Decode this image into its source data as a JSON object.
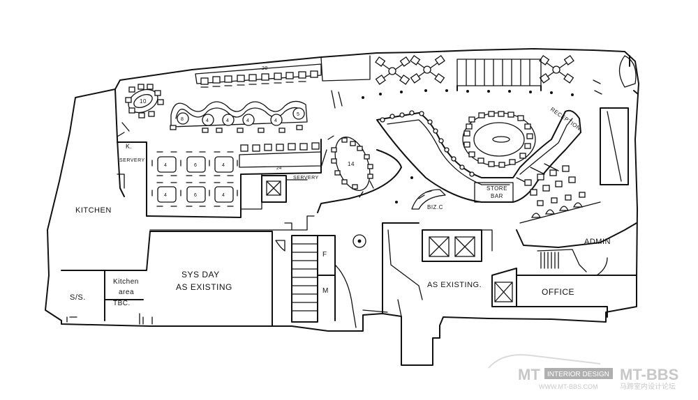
{
  "rooms": {
    "kitchen": "KITCHEN",
    "k_servery": "K.",
    "servery1": "SERVERY",
    "servery2": "SERVERY",
    "ss": "S/S.",
    "kitchen_area_1": "Kitchen",
    "kitchen_area_2": "area",
    "kitchen_area_3": "TBC.",
    "sys_day_1": "SYS DAY",
    "sys_day_2": "AS EXISTING",
    "toilet_f": "F",
    "toilet_m": "M",
    "as_existing": "AS EXISTING.",
    "office": "OFFICE",
    "admin": "ADMIN",
    "reception": "RECEPTION",
    "store_bar_1": "STORE",
    "store_bar_2": "BAR",
    "biz_c": "BIZ.C"
  },
  "table_numbers": {
    "t10": "10",
    "t20": "20",
    "t14": "14",
    "t24": "24",
    "booth": [
      "8",
      "4",
      "4",
      "4",
      "4",
      "5"
    ],
    "square": [
      "4",
      "6",
      "4",
      "4",
      "6",
      "4"
    ]
  },
  "watermark": {
    "brand_left": "MT",
    "badge": "INTERIOR DESIGN",
    "brand_right": "MT-BBS",
    "url": "WWW.MT-BBS.COM",
    "tagline": "马蹄室内设计论坛"
  }
}
